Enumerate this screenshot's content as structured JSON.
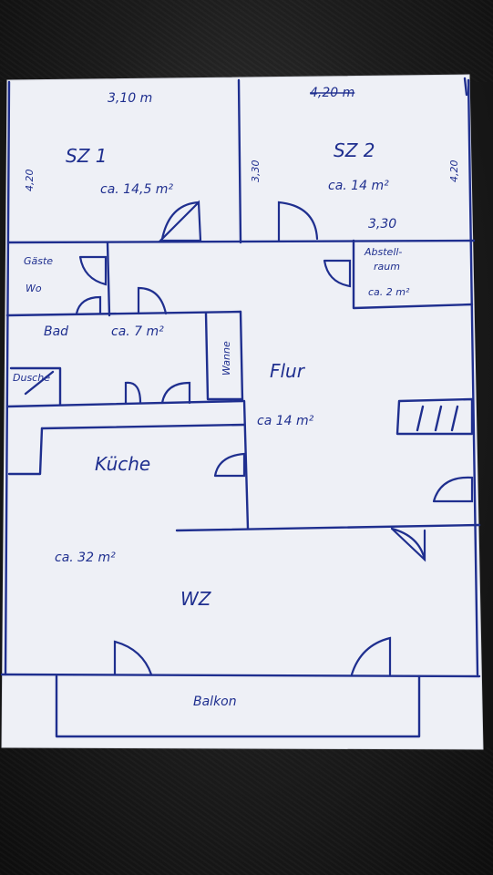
{
  "photo": {
    "background_surface": "dark leather",
    "paper_color": "#eef0f6",
    "ink_color": "#1f2f8f"
  },
  "floorplan": {
    "dimensions": {
      "top_left": "3,10 m",
      "top_right": "4,20 m",
      "left_side": "4,20",
      "right_side": "4,20",
      "partition": "3,30",
      "abstell_width": "3,30"
    },
    "rooms": {
      "sz1": {
        "name": "SZ 1",
        "area": "ca. 14,5 m²"
      },
      "sz2": {
        "name": "SZ 2",
        "area": "ca. 14 m²"
      },
      "gaeste": {
        "name_line1": "Gäste",
        "name_line2": "Wo"
      },
      "abstell": {
        "name_line1": "Abstell-",
        "name_line2": "raum",
        "area": "ca. 2 m²"
      },
      "bad": {
        "name": "Bad",
        "area": "ca. 7 m²"
      },
      "wanne": {
        "name": "Wanne"
      },
      "dusche": {
        "name": "Dusche"
      },
      "flur": {
        "name": "Flur",
        "area": "ca 14 m²"
      },
      "kueche": {
        "name": "Küche"
      },
      "wz": {
        "name": "WZ",
        "area": "ca. 32 m²"
      },
      "balkon": {
        "name": "Balkon"
      }
    }
  }
}
